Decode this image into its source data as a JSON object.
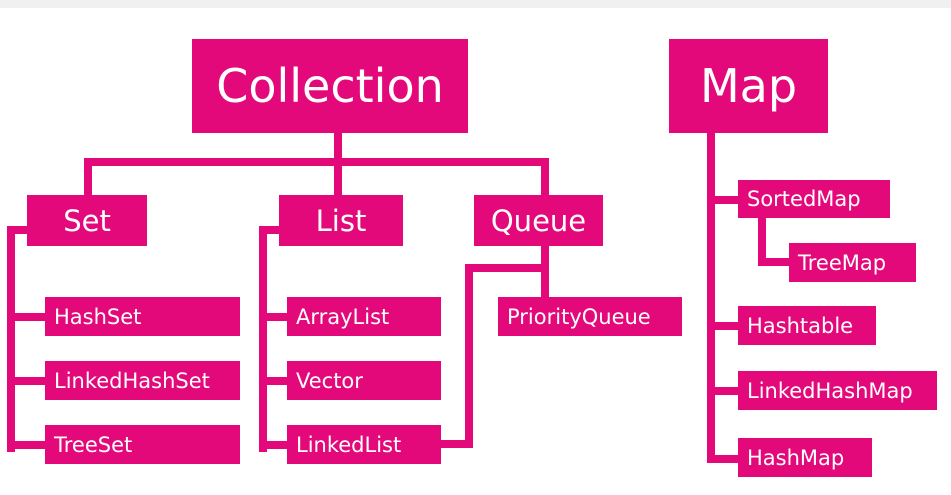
{
  "diagram": {
    "accent_color": "#e4097a",
    "collection": {
      "label": "Collection",
      "set": {
        "label": "Set",
        "children": [
          "HashSet",
          "LinkedHashSet",
          "TreeSet"
        ]
      },
      "list": {
        "label": "List",
        "children": [
          "ArrayList",
          "Vector",
          "LinkedList"
        ]
      },
      "queue": {
        "label": "Queue",
        "children": [
          "PriorityQueue"
        ]
      }
    },
    "map": {
      "label": "Map",
      "sorted_map": {
        "label": "SortedMap",
        "children": [
          "TreeMap"
        ]
      },
      "children": [
        "Hashtable",
        "LinkedHashMap",
        "HashMap"
      ]
    }
  }
}
